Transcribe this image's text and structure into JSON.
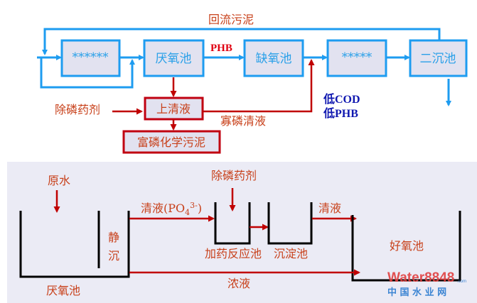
{
  "top": {
    "return_sludge": "回流污泥",
    "boxes": [
      "******",
      "厌氧池",
      "缺氧池",
      "*****",
      "二沉池"
    ],
    "phb": "PHB",
    "supernatant": "上清液",
    "chemical": "除磷药剂",
    "poor_p_liquid": "寡磷清液",
    "rich_p_sludge": "富磷化学污泥",
    "low_cod": "低COD",
    "low_phb": "低PHB"
  },
  "bottom": {
    "raw_water": "原水",
    "settle_1": "静",
    "settle_2": "沉",
    "anaerobic": "厌氧池",
    "clear_po4": "清液(PO",
    "po4_sub": "4",
    "po4_sup": "3-",
    "po4_close": ")",
    "chemical": "除磷药剂",
    "reaction_tank": "加药反应池",
    "sediment_tank": "沉淀池",
    "clear": "清液",
    "concentrate": "浓液",
    "aerobic": "好氧池"
  },
  "watermark": {
    "brand": "Water8848",
    "suffix": ".com",
    "cn": "中 国 水 业 网"
  },
  "colors": {
    "flow_blue": "#1e9cf0",
    "process_red": "#c00000",
    "label_orange": "#c8401a",
    "note_navy": "#1018b0",
    "panel_bg": "#ebebf5"
  }
}
